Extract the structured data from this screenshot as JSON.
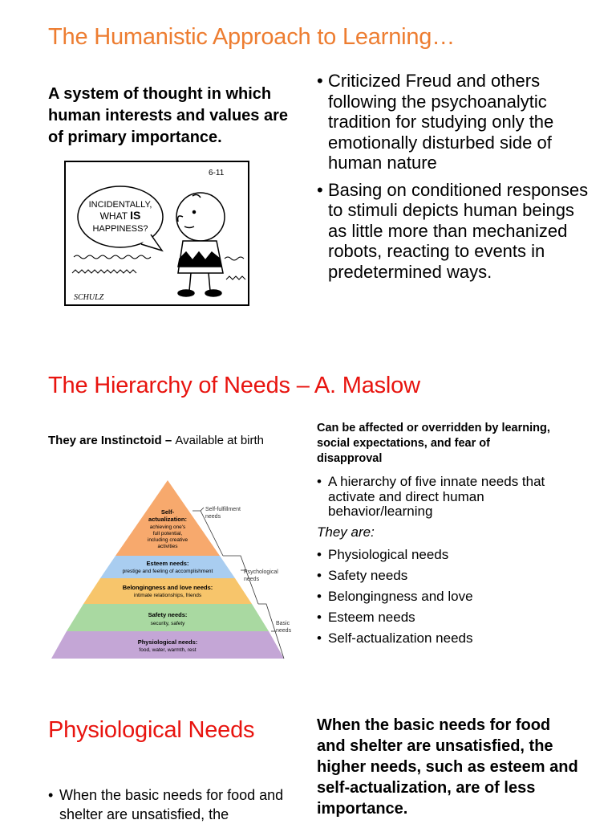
{
  "slide1": {
    "title": "The Humanistic Approach to Learning…",
    "definition": "A system of thought in which human interests and values are of primary importance.",
    "bullets": [
      "Criticized Freud and others following the psychoanalytic tradition for studying only the emotionally disturbed side of human nature",
      "Basing on conditioned responses to stimuli depicts human beings as little more than mechanized robots, reacting to events in predetermined ways."
    ],
    "comic": {
      "date": "6-11",
      "bubble_line1": "INCIDENTALLY,",
      "bubble_line2a": "WHAT ",
      "bubble_line2b": "IS",
      "bubble_line3": "HAPPINESS?",
      "signature": "SCHULZ"
    }
  },
  "slide2": {
    "title": "The Hierarchy of Needs – A. Maslow",
    "left_bold": "They are Instinctoid – ",
    "left_rest": "Available at birth",
    "right_heading": "Can be affected or overridden by learning, social expectations, and fear of disapproval",
    "intro_bullet": "A hierarchy of five innate needs that activate and direct human behavior/learning",
    "they_are": "They are:",
    "needs": [
      "Physiological needs",
      "Safety needs",
      "Belongingness and love",
      "Esteem needs",
      "Self-actualization needs"
    ],
    "pyramid": {
      "levels": [
        {
          "title": "Self-",
          "title2": "actualization:",
          "lines": [
            "achieving one's",
            "full potential,",
            "including creative",
            "activities"
          ],
          "color": "#f7a96d"
        },
        {
          "title": "Esteem needs:",
          "lines": [
            "prestige and feeling of accomplishment"
          ],
          "color": "#a9cdf0"
        },
        {
          "title": "Belongingness and love needs:",
          "lines": [
            "intimate relationships, friends"
          ],
          "color": "#f7c56b"
        },
        {
          "title": "Safety needs:",
          "lines": [
            "security, safety"
          ],
          "color": "#a9d9a1"
        },
        {
          "title": "Physiological needs:",
          "lines": [
            "food, water, warmth, rest"
          ],
          "color": "#c4a6d6"
        }
      ],
      "side_labels": [
        {
          "line1": "Self-fulfillment",
          "line2": "needs"
        },
        {
          "line1": "Psychological",
          "line2": "needs"
        },
        {
          "line1": "Basic",
          "line2": "needs"
        }
      ]
    }
  },
  "slide3": {
    "title": "Physiological Needs",
    "right_bold": "When the basic needs for food and shelter are unsatisfied, the higher needs, such as esteem and self-actualization, are of less importance.",
    "bullet": "When the basic needs for food and shelter are unsatisfied, the"
  }
}
